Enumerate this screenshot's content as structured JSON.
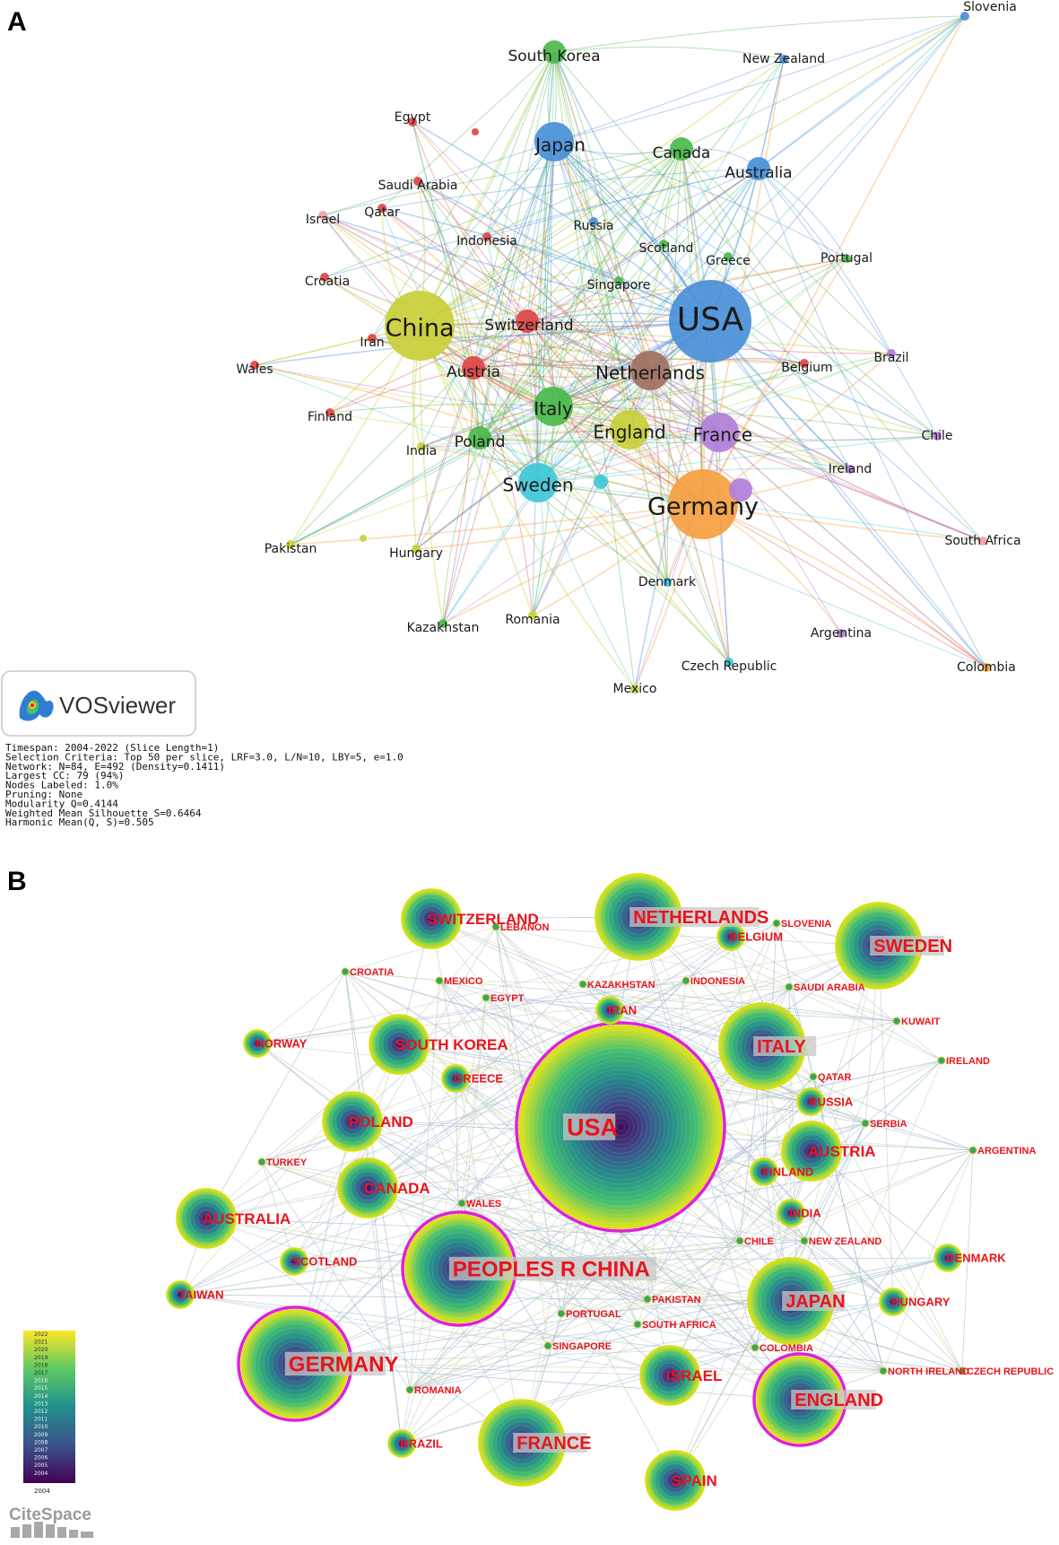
{
  "panels": {
    "a_letter": "A",
    "b_letter": "B"
  },
  "vosviewer": {
    "logo_text": "VOSviewer",
    "nodes": [
      {
        "label": "USA",
        "color": "#4a90d9",
        "size": "xl"
      },
      {
        "label": "China",
        "color": "#c9cf3a",
        "size": "lg"
      },
      {
        "label": "Germany",
        "color": "#f5a040",
        "size": "lg"
      },
      {
        "label": "Netherlands",
        "color": "#a07060",
        "size": "md"
      },
      {
        "label": "Japan",
        "color": "#4a90d9",
        "size": "md"
      },
      {
        "label": "Sweden",
        "color": "#3fc8d8",
        "size": "md"
      },
      {
        "label": "Italy",
        "color": "#4cb84c",
        "size": "md"
      },
      {
        "label": "England",
        "color": "#c9cf3a",
        "size": "md"
      },
      {
        "label": "France",
        "color": "#b07fd8",
        "size": "md"
      },
      {
        "label": "Australia",
        "color": "#4a90d9",
        "size": "sm"
      },
      {
        "label": "Canada",
        "color": "#4cb84c",
        "size": "sm"
      },
      {
        "label": "South Korea",
        "color": "#4cb84c",
        "size": "sm"
      },
      {
        "label": "Switzerland",
        "color": "#e04545",
        "size": "sm"
      },
      {
        "label": "Austria",
        "color": "#e04545",
        "size": "sm"
      },
      {
        "label": "Poland",
        "color": "#4cb84c",
        "size": "sm"
      },
      {
        "label": "Russia",
        "color": "#4a90d9",
        "size": "xs"
      },
      {
        "label": "Scotland",
        "color": "#4cb84c",
        "size": "xs"
      },
      {
        "label": "Greece",
        "color": "#4cb84c",
        "size": "xs"
      },
      {
        "label": "Belgium",
        "color": "#e04545",
        "size": "xs"
      },
      {
        "label": "Brazil",
        "color": "#b07fd8",
        "size": "xs"
      },
      {
        "label": "Iran",
        "color": "#e04545",
        "size": "xs"
      },
      {
        "label": "Israel",
        "color": "#f0a0a8",
        "size": "xs"
      },
      {
        "label": "Egypt",
        "color": "#e04545",
        "size": "xs"
      },
      {
        "label": "Saudi Arabia",
        "color": "#e04545",
        "size": "xs"
      },
      {
        "label": "Qatar",
        "color": "#e04545",
        "size": "xs"
      },
      {
        "label": "Indonesia",
        "color": "#e04545",
        "size": "xs"
      },
      {
        "label": "Singapore",
        "color": "#4cb84c",
        "size": "xs"
      },
      {
        "label": "Croatia",
        "color": "#e04545",
        "size": "xs"
      },
      {
        "label": "Wales",
        "color": "#e04545",
        "size": "xs"
      },
      {
        "label": "Finland",
        "color": "#e04545",
        "size": "xs"
      },
      {
        "label": "India",
        "color": "#c9cf3a",
        "size": "xs"
      },
      {
        "label": "Hungary",
        "color": "#c9cf3a",
        "size": "xs"
      },
      {
        "label": "Pakistan",
        "color": "#c9cf3a",
        "size": "xs"
      },
      {
        "label": "Kazakhstan",
        "color": "#4cb84c",
        "size": "xs"
      },
      {
        "label": "Romania",
        "color": "#c9cf3a",
        "size": "xs"
      },
      {
        "label": "Denmark",
        "color": "#3fc8d8",
        "size": "xs"
      },
      {
        "label": "Czech Republic",
        "color": "#3fc8d8",
        "size": "xs"
      },
      {
        "label": "Mexico",
        "color": "#c9cf3a",
        "size": "xs"
      },
      {
        "label": "Argentina",
        "color": "#b07fd8",
        "size": "xs"
      },
      {
        "label": "Ireland",
        "color": "#b07fd8",
        "size": "xs"
      },
      {
        "label": "Chile",
        "color": "#b07fd8",
        "size": "xs"
      },
      {
        "label": "South Africa",
        "color": "#f0a0a8",
        "size": "xs"
      },
      {
        "label": "Colombia",
        "color": "#f5a040",
        "size": "xs"
      },
      {
        "label": "Portugal",
        "color": "#4cb84c",
        "size": "xs"
      },
      {
        "label": "New Zealand",
        "color": "#4a90d9",
        "size": "xs"
      },
      {
        "label": "Slovenia",
        "color": "#4a90d9",
        "size": "xs"
      }
    ]
  },
  "citespace": {
    "logo_text": "CiteSpace",
    "stats": [
      "Timespan: 2004-2022 (Slice Length=1)",
      "Selection Criteria: Top 50 per slice, LRF=3.0, L/N=10, LBY=5, e=1.0",
      "Network: N=84, E=492 (Density=0.1411)",
      "Largest CC: 79 (94%)",
      "Nodes Labeled: 1.0%",
      "Pruning: None",
      "Modularity Q=0.4144",
      "Weighted Mean Silhouette S=0.6464",
      "Harmonic Mean(Q, S)=0.505"
    ],
    "legend_years": [
      "2022",
      "2021",
      "2020",
      "2019",
      "2018",
      "2017",
      "2016",
      "2015",
      "2014",
      "2013",
      "2012",
      "2011",
      "2010",
      "2009",
      "2008",
      "2007",
      "2006",
      "2005",
      "2004"
    ],
    "legend_bottom": "2004",
    "nodes": [
      {
        "label": "USA",
        "size": "xl",
        "burst": true
      },
      {
        "label": "PEOPLES R CHINA",
        "size": "lg",
        "burst": true
      },
      {
        "label": "GERMANY",
        "size": "lg",
        "burst": true
      },
      {
        "label": "ENGLAND",
        "size": "md",
        "burst": true
      },
      {
        "label": "NETHERLANDS",
        "size": "md",
        "burst": false
      },
      {
        "label": "SWEDEN",
        "size": "md",
        "burst": false
      },
      {
        "label": "ITALY",
        "size": "md",
        "burst": false
      },
      {
        "label": "JAPAN",
        "size": "md",
        "burst": false
      },
      {
        "label": "FRANCE",
        "size": "md",
        "burst": false
      },
      {
        "label": "SPAIN",
        "size": "sm",
        "burst": false
      },
      {
        "label": "AUSTRALIA",
        "size": "sm",
        "burst": false
      },
      {
        "label": "SWITZERLAND",
        "size": "sm",
        "burst": false
      },
      {
        "label": "SOUTH KOREA",
        "size": "sm",
        "burst": false
      },
      {
        "label": "POLAND",
        "size": "sm",
        "burst": false
      },
      {
        "label": "CANADA",
        "size": "sm",
        "burst": false
      },
      {
        "label": "AUSTRIA",
        "size": "sm",
        "burst": false
      },
      {
        "label": "ISRAEL",
        "size": "sm",
        "burst": false
      },
      {
        "label": "BELGIUM",
        "size": "xs",
        "burst": false
      },
      {
        "label": "RUSSIA",
        "size": "xs",
        "burst": false
      },
      {
        "label": "NORWAY",
        "size": "xs",
        "burst": false
      },
      {
        "label": "SCOTLAND",
        "size": "xs",
        "burst": false
      },
      {
        "label": "HUNGARY",
        "size": "xs",
        "burst": false
      },
      {
        "label": "BRAZIL",
        "size": "xs",
        "burst": false
      },
      {
        "label": "TAIWAN",
        "size": "xs",
        "burst": false
      },
      {
        "label": "IRAN",
        "size": "xs",
        "burst": false
      },
      {
        "label": "FINLAND",
        "size": "xs",
        "burst": false
      },
      {
        "label": "INDIA",
        "size": "xs",
        "burst": false
      },
      {
        "label": "GREECE",
        "size": "xs",
        "burst": false
      },
      {
        "label": "DENMARK",
        "size": "xs",
        "burst": false
      },
      {
        "label": "MEXICO",
        "size": "xxs",
        "burst": false
      },
      {
        "label": "EGYPT",
        "size": "xxs",
        "burst": false
      },
      {
        "label": "TURKEY",
        "size": "xxs",
        "burst": false
      },
      {
        "label": "WALES",
        "size": "xxs",
        "burst": false
      },
      {
        "label": "CROATIA",
        "size": "xxs",
        "burst": false
      },
      {
        "label": "LEBANON",
        "size": "xxs",
        "burst": false
      },
      {
        "label": "SLOVENIA",
        "size": "xxs",
        "burst": false
      },
      {
        "label": "INDONESIA",
        "size": "xxs",
        "burst": false
      },
      {
        "label": "KAZAKHSTAN",
        "size": "xxs",
        "burst": false
      },
      {
        "label": "SAUDI ARABIA",
        "size": "xxs",
        "burst": false
      },
      {
        "label": "IRELAND",
        "size": "xxs",
        "burst": false
      },
      {
        "label": "QATAR",
        "size": "xxs",
        "burst": false
      },
      {
        "label": "SERBIA",
        "size": "xxs",
        "burst": false
      },
      {
        "label": "ARGENTINA",
        "size": "xxs",
        "burst": false
      },
      {
        "label": "NEW ZEALAND",
        "size": "xxs",
        "burst": false
      },
      {
        "label": "CHILE",
        "size": "xxs",
        "burst": false
      },
      {
        "label": "PAKISTAN",
        "size": "xxs",
        "burst": false
      },
      {
        "label": "PORTUGAL",
        "size": "xxs",
        "burst": false
      },
      {
        "label": "SOUTH AFRICA",
        "size": "xxs",
        "burst": false
      },
      {
        "label": "SINGAPORE",
        "size": "xxs",
        "burst": false
      },
      {
        "label": "COLOMBIA",
        "size": "xxs",
        "burst": false
      },
      {
        "label": "NORTH IRELAND",
        "size": "xxs",
        "burst": false
      },
      {
        "label": "CZECH REPUBLIC",
        "size": "xxs",
        "burst": false
      },
      {
        "label": "ROMANIA",
        "size": "xxs",
        "burst": false
      },
      {
        "label": "KUWAIT",
        "size": "xxs",
        "burst": false
      }
    ]
  }
}
